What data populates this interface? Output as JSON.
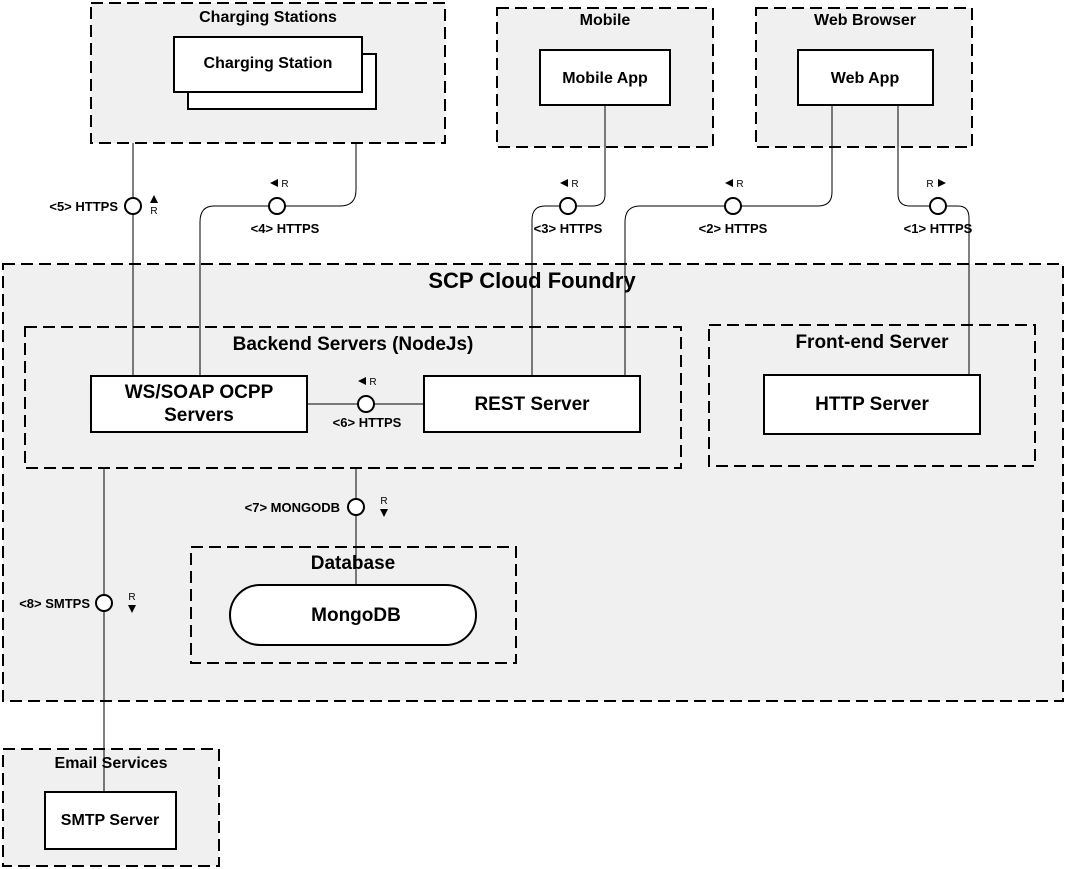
{
  "groups": {
    "charging_stations": "Charging Stations",
    "mobile": "Mobile",
    "web_browser": "Web Browser",
    "scp": "SCP Cloud Foundry",
    "backend": "Backend Servers (NodeJs)",
    "frontend": "Front-end Server",
    "database": "Database",
    "email": "Email Services"
  },
  "nodes": {
    "charging_station": "Charging Station",
    "mobile_app": "Mobile App",
    "web_app": "Web App",
    "ocpp_line1": "WS/SOAP OCPP",
    "ocpp_line2": "Servers",
    "rest_server": "REST Server",
    "http_server": "HTTP Server",
    "mongodb": "MongoDB",
    "smtp_server": "SMTP Server"
  },
  "interfaces": {
    "i1": "<1> HTTPS",
    "i2": "<2> HTTPS",
    "i3": "<3> HTTPS",
    "i4": "<4> HTTPS",
    "i5": "<5> HTTPS",
    "i6": "<6> HTTPS",
    "i7": "<7> MONGODB",
    "i8": "<8> SMTPS",
    "r": "R"
  }
}
